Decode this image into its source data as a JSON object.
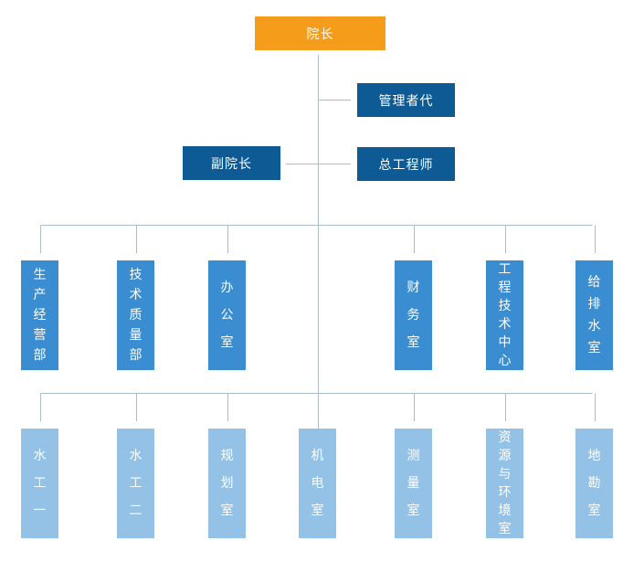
{
  "top": "院长",
  "management_rep": "管理者代",
  "vice_president": "副院长",
  "chief_engineer": "总工程师",
  "departments": [
    "生产经营部",
    "技术质量部",
    "办公室",
    "财务室",
    "工程技术中心",
    "给排水室"
  ],
  "offices": [
    "水工一",
    "水工二",
    "规划室",
    "机电室",
    "测量室",
    "资源与环境室",
    "地勘室"
  ],
  "colors": {
    "top": "#f59c1a",
    "leadership": "#0d5a95",
    "departments": "#3a8dd0",
    "offices": "#93c2e6",
    "connector": "#a9bfd1"
  }
}
